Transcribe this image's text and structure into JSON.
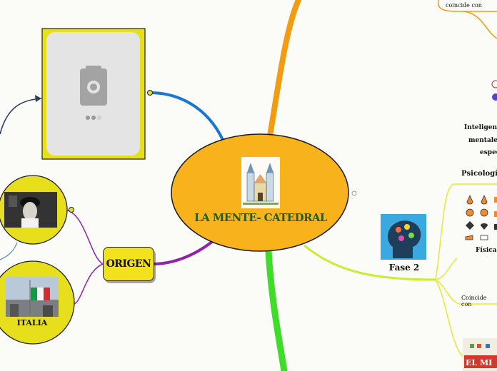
{
  "central": {
    "title": "LA MENTE- CATEDRAL"
  },
  "origen": {
    "label": "ORIGEN"
  },
  "italia": {
    "label": "ITALIA"
  },
  "fase": {
    "label": "Fase 2"
  },
  "right_topics": {
    "coincide_top": "coincide con",
    "inteligencia_line1": "Inteligencia",
    "inteligencia_line2": "mentales",
    "inteligencia_line3": "espec",
    "psicologia": "Psicología",
    "fisica": "Física",
    "coincide_bottom": "Coincide con",
    "book_fragment": "EL MI"
  },
  "colors": {
    "central_fill": "#f7b21c",
    "node_yellow": "#e9df1e",
    "branch_orange": "#f39c12",
    "branch_blue": "#1976d2",
    "branch_purple": "#8e24aa",
    "branch_green": "#3fdc2a",
    "branch_lime": "#c8ee2b",
    "label_green": "#1f5f1a"
  },
  "icons": [
    "camera-icon",
    "cathedral-icon",
    "brain-icon",
    "italy-flag-icon",
    "attachment-icon"
  ]
}
